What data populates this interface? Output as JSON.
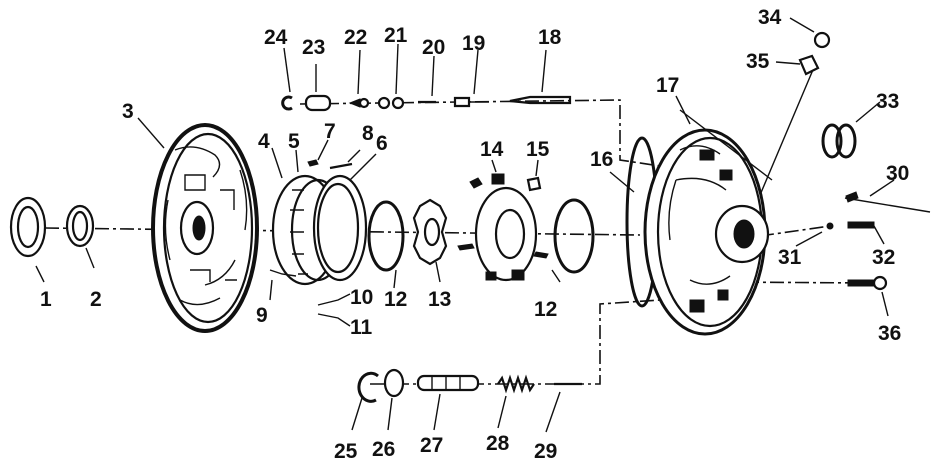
{
  "labels": [
    "1",
    "2",
    "3",
    "4",
    "5",
    "6",
    "7",
    "8",
    "9",
    "10",
    "11",
    "12",
    "13",
    "14",
    "15",
    "16",
    "17",
    "18",
    "19",
    "20",
    "21",
    "22",
    "23",
    "24",
    "25",
    "26",
    "27",
    "28",
    "29",
    "30",
    "31",
    "32",
    "33",
    "34",
    "35",
    "36"
  ]
}
